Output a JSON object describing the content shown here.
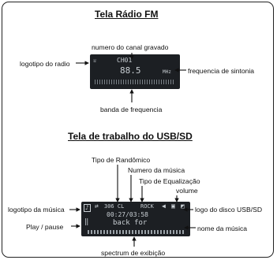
{
  "fm": {
    "title": "Tela Rádio FM",
    "labels": {
      "channel": "numero do canal gravado",
      "logo": "logotipo do radio",
      "freq": "frequencia de sintonia",
      "band": "banda de frequencia"
    },
    "display": {
      "channel": "CH01",
      "freq": "88.5",
      "unit": "MHz"
    }
  },
  "usb": {
    "title": "Tela de trabalho do USB/SD",
    "labels": {
      "random": "Tipo de Randômico",
      "track_no": "Numero da música",
      "eq": "Tipo de Equalização",
      "volume": "volume",
      "music_logo": "logotipo da música",
      "disk_logo": "logo do disco USB/SD",
      "play": "Play / pause",
      "song": "nome da música",
      "spectrum": "spectrum de exibição"
    },
    "display": {
      "row1": "306 CL",
      "eq": "ROCK",
      "time": "00:27/03:58",
      "song": "back for"
    }
  }
}
